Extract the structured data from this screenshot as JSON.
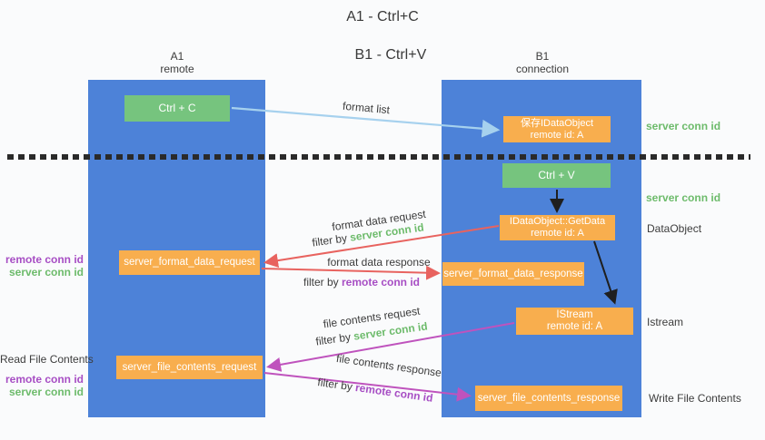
{
  "title": {
    "line1": "A1 - Ctrl+C",
    "line2": "B1 - Ctrl+V"
  },
  "lifelines": {
    "a1": {
      "title": "A1",
      "subtitle": "remote"
    },
    "b1": {
      "title": "B1",
      "subtitle": "connection"
    }
  },
  "nodes": {
    "ctrl_c": {
      "label": "Ctrl + C"
    },
    "ctrl_v": {
      "label": "Ctrl + V"
    },
    "save_idataobject": {
      "line1": "保存IDataObject",
      "line2": "remote id: A"
    },
    "getdata": {
      "line1": "IDataObject::GetData",
      "line2": "remote id: A"
    },
    "istream": {
      "line1": "IStream",
      "line2": "remote id: A"
    },
    "server_format_data_request": {
      "label": "server_format_data_request"
    },
    "server_format_data_response": {
      "label": "server_format_data_response"
    },
    "server_file_contents_request": {
      "label": "server_file_contents_request"
    },
    "server_file_contents_response": {
      "label": "server_file_contents_response"
    }
  },
  "arrow_labels": {
    "format_list": "format list",
    "format_data_request": "format data request",
    "format_data_response": "format data response",
    "file_contents_request": "file contents request",
    "file_contents_response": "file contents response",
    "filter_by": "filter by ",
    "server_conn_id": "server conn id",
    "remote_conn_id": "remote conn id"
  },
  "side_labels": {
    "right_server_conn_id_top": "server conn id",
    "right_server_conn_id_mid": "server conn id",
    "dataobject": "DataObject",
    "istream": "Istream",
    "write_file_contents": "Write File Contents",
    "left_remote_conn_id_top": "remote conn id",
    "left_server_conn_id_top": "server conn id",
    "read_file_contents": "Read File Contents",
    "left_remote_conn_id_bottom": "remote conn id",
    "left_server_conn_id_bottom": "server conn id"
  },
  "colors": {
    "lifeline_blue": "#4d82d8",
    "node_green": "#76c47e",
    "node_orange": "#f8ae4e",
    "arrow_light_blue": "#a6d1ee",
    "arrow_black": "#1f1f1f",
    "arrow_red": "#e8635f",
    "arrow_magenta": "#bf53bd",
    "text_green": "#6dbb6b",
    "text_purple": "#a74ec4",
    "text_dark": "#3c3c3c",
    "divider_black": "#2a2a2a"
  }
}
